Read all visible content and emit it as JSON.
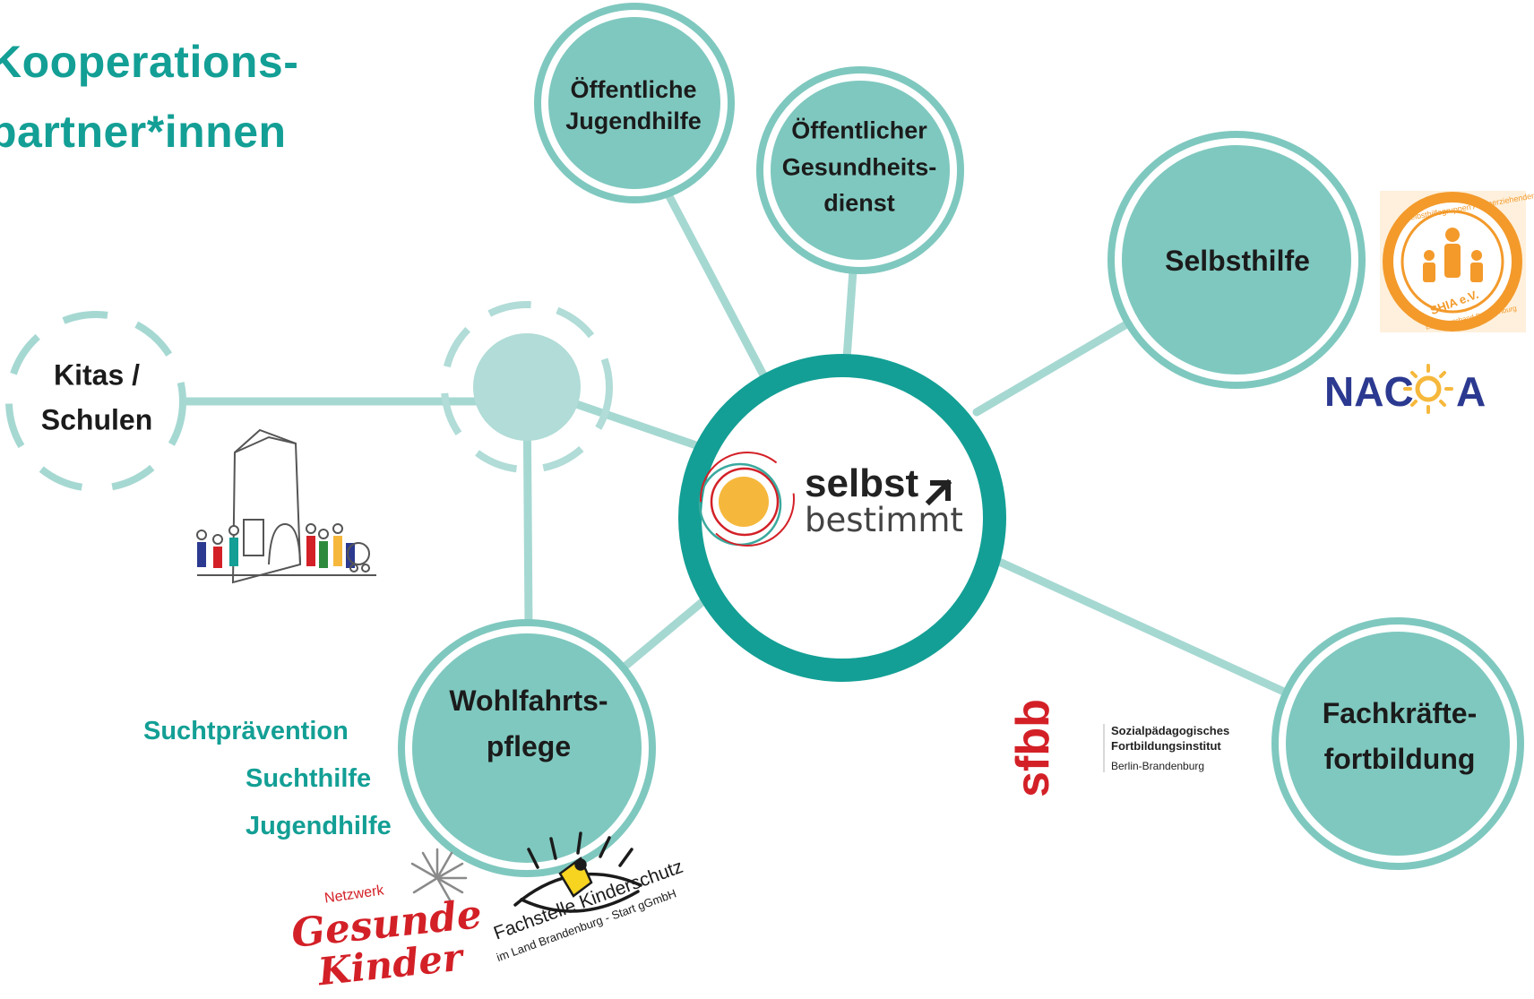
{
  "title": {
    "line1": "Kooperations-",
    "line2": "partner*innen"
  },
  "center": {
    "word1": "selbst",
    "word2": "bestimmt",
    "arrow_icon": "arrow-up-right-icon"
  },
  "nodes": {
    "jugendhilfe": {
      "line1": "Öffentliche",
      "line2": "Jugendhilfe"
    },
    "gesundheit": {
      "line1": "Öffentlicher",
      "line2": "Gesundheits-",
      "line3": "dienst"
    },
    "selbsthilfe": {
      "line1": "Selbsthilfe"
    },
    "fachkraefte": {
      "line1": "Fachkräfte-",
      "line2": "fortbildung"
    },
    "wohlfahrt": {
      "line1": "Wohlfahrts-",
      "line2": "pflege"
    },
    "kitas": {
      "line1": "Kitas /",
      "line2": "Schulen"
    }
  },
  "wohlfahrt_list": [
    "Suchtprävention",
    "Suchthilfe",
    "Jugendhilfe"
  ],
  "logos": {
    "shia": {
      "arc_text": "Selbsthilfegruppen Alleinerziehender",
      "name": "SHIA e.V.",
      "sub": "Landesverband Brandenburg"
    },
    "nacoa": {
      "left": "NAC",
      "right": "A"
    },
    "sfbb": {
      "abbr": "sfbb",
      "line1": "Sozialpädagogisches",
      "line2": "Fortbildungsinstitut",
      "line3": "Berlin-Brandenburg"
    },
    "netzwerk": {
      "small": "Netzwerk",
      "word1": "Gesunde",
      "word2": "Kinder"
    },
    "fachstelle": {
      "line1": "Fachstelle Kinderschutz",
      "line2": "im Land Brandenburg - Start gGmbH"
    }
  },
  "colors": {
    "teal_fill": "#7fc8bf",
    "teal_ring": "#139f95",
    "teal_line": "#a6d8d2",
    "teal_text": "#139f95",
    "orange": "#f39a2b",
    "navy": "#2b3990",
    "red": "#d32027"
  }
}
